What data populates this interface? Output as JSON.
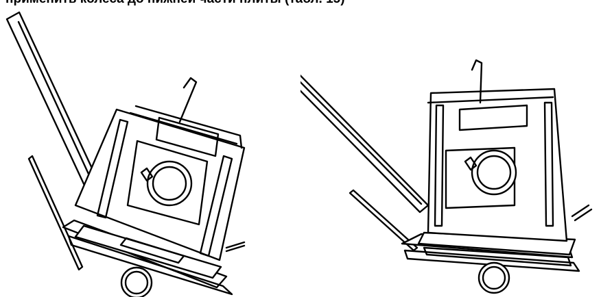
{
  "caption": {
    "text": "применить колеса до нижней части плиты (табл. 15)"
  },
  "figures": [
    {
      "name": "plate-compactor-tilted"
    },
    {
      "name": "plate-compactor-transport-position"
    }
  ]
}
